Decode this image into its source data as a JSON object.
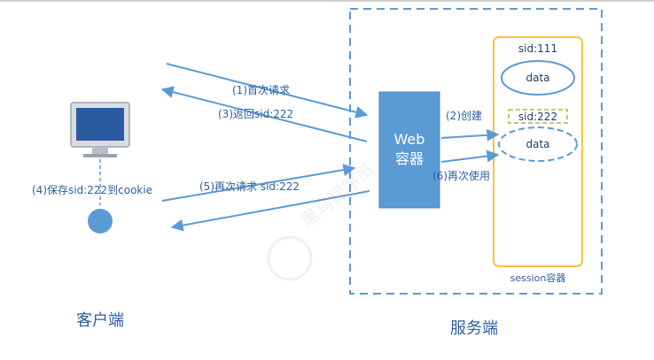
{
  "labels": {
    "client": "客户端",
    "server": "服务端",
    "session_container": "session容器",
    "web_line1": "Web",
    "web_line2": "容器",
    "sid_111": "sid:111",
    "sid_222": "sid:222",
    "data_1": "data",
    "data_2": "data",
    "watermark": "黑马程序员"
  },
  "steps": {
    "s1": "(1)首次请求",
    "s2": "(2)创建",
    "s3": "(3)返回sid:222",
    "s4": "(4)保存sid:222到cookie",
    "s5": "(5)再次请求 sid:222",
    "s6": "(6)再次使用"
  },
  "colors": {
    "blue": "#5b9bd5",
    "dark_blue": "#2f5fa0",
    "box_fill": "#5b9bd5",
    "session_border": "#f6c342",
    "sid_dashed": "#b7b04a"
  }
}
